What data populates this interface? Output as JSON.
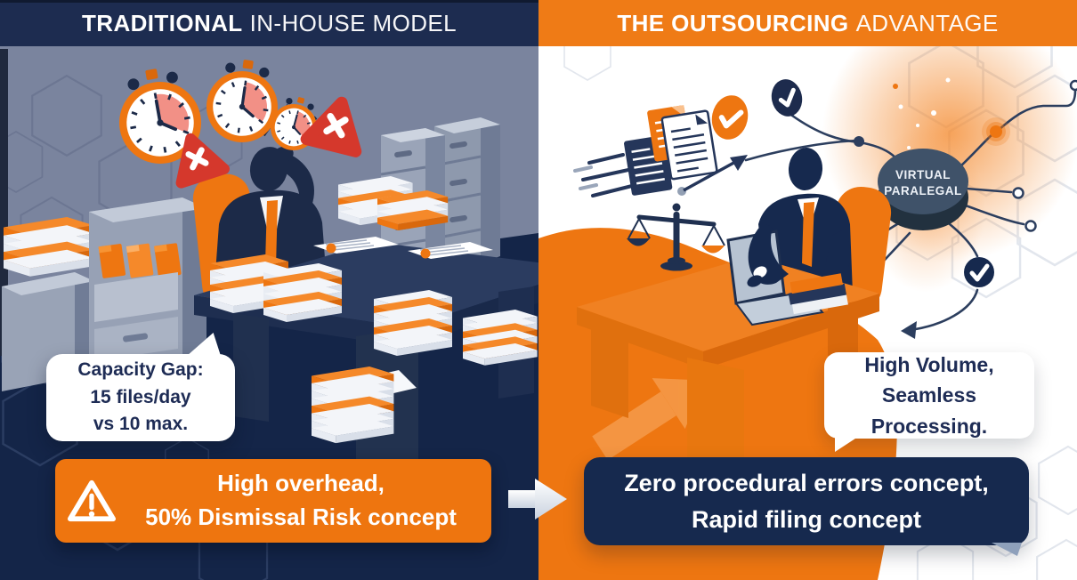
{
  "left_panel": {
    "header": {
      "title_emphasis": "TRADITIONAL",
      "title_rest": "IN-HOUSE MODEL"
    },
    "capacity_bubble": {
      "line1": "Capacity Gap:",
      "line2": "15 files/day",
      "line3": "vs 10 max."
    },
    "risk_banner": {
      "line1": "High overhead,",
      "line2": "50% Dismissal Risk concept"
    }
  },
  "right_panel": {
    "header": {
      "title_emphasis": "THE OUTSOURCING",
      "title_rest": "ADVANTAGE"
    },
    "paralegal_node": {
      "line1": "VIRTUAL",
      "line2": "PARALEGAL"
    },
    "volume_bubble": {
      "line1": "High Volume,",
      "line2": "Seamless Processing."
    },
    "benefit_banner": {
      "line1": "Zero procedural errors concept,",
      "line2": "Rapid filing concept"
    }
  },
  "colors": {
    "navy": "#16294e",
    "navy_header": "#1d2c50",
    "orange": "#ee7611",
    "orange_header": "#ef7b16",
    "alert_red": "#d5382c",
    "slate_background": "#7a849e",
    "text_dark": "#1e2c55",
    "white": "#ffffff"
  }
}
